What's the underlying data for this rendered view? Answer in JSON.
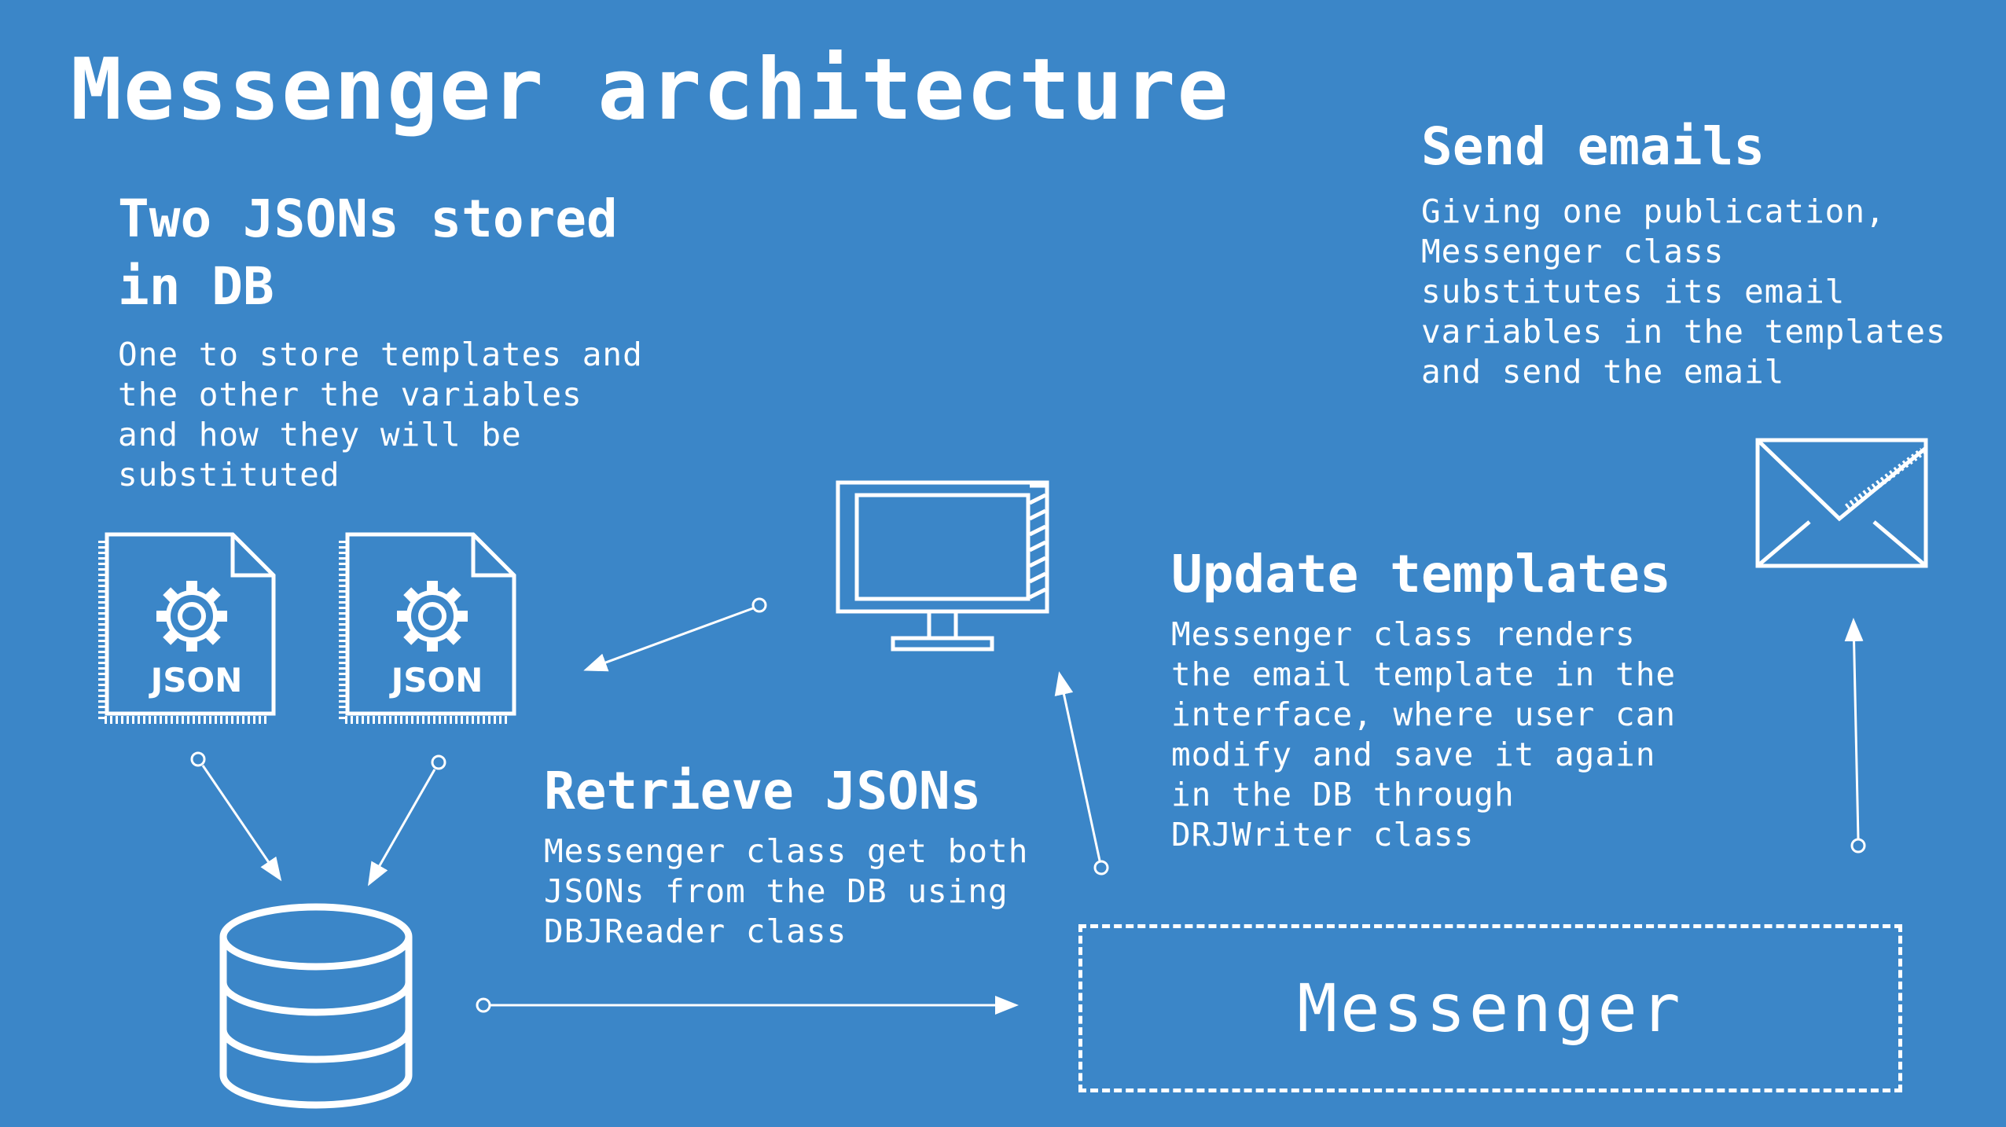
{
  "title": "Messenger architecture",
  "sections": {
    "store": {
      "heading_line1": "Two JSONs stored",
      "heading_line2": "in DB",
      "body": [
        "One to store templates and",
        "the other the variables",
        "and how they will be",
        "substituted"
      ]
    },
    "retrieve": {
      "heading": "Retrieve JSONs",
      "body": [
        "Messenger class get both",
        "JSONs from the DB using",
        "DBJReader class"
      ]
    },
    "update": {
      "heading": "Update templates",
      "body": [
        "Messenger class renders",
        "the email template in the",
        "interface, where user can",
        "modify and save it again",
        "in the DB through",
        "DRJWriter class"
      ]
    },
    "send": {
      "heading": "Send emails",
      "body": [
        "Giving one publication,",
        "Messenger class",
        "substitutes its email",
        "variables in the templates",
        "and send the email"
      ]
    }
  },
  "json_files": [
    {
      "label": "JSON",
      "icon": "gear-icon"
    },
    {
      "label": "JSON",
      "icon": "gear-icon"
    }
  ],
  "messenger": {
    "label": "Messenger"
  },
  "icons": {
    "database": "database-icon",
    "monitor": "monitor-icon",
    "envelope": "envelope-icon"
  },
  "colors": {
    "background": "#3b86c8",
    "foreground": "#ffffff"
  }
}
